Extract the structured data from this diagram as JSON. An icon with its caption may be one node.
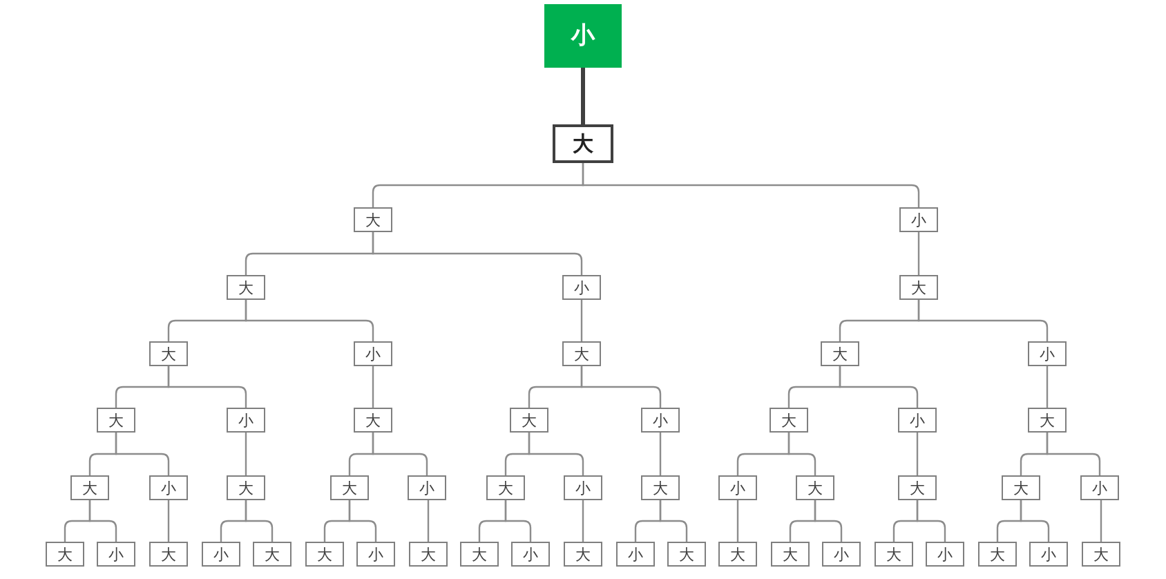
{
  "diagram": {
    "nodes": [
      {
        "text": [
          "小"
        ]
      },
      {
        "text": [
          "大"
        ]
      },
      {
        "text": [
          "大"
        ]
      },
      {
        "text": [
          "小"
        ]
      },
      {
        "text": [
          "大"
        ]
      },
      {
        "text": [
          "小"
        ]
      },
      {
        "text": [
          "大"
        ]
      },
      {
        "text": [
          "大"
        ]
      },
      {
        "text": [
          "小"
        ]
      },
      {
        "text": [
          "大"
        ]
      },
      {
        "text": [
          "大"
        ]
      },
      {
        "text": [
          "小"
        ]
      },
      {
        "text": [
          "大"
        ]
      },
      {
        "text": [
          "小"
        ]
      },
      {
        "text": [
          "大"
        ]
      },
      {
        "text": [
          "大"
        ]
      },
      {
        "text": [
          "小"
        ]
      },
      {
        "text": [
          "大"
        ]
      },
      {
        "text": [
          "小"
        ]
      },
      {
        "text": [
          "大"
        ]
      },
      {
        "text": [
          "大"
        ]
      },
      {
        "text": [
          "小"
        ]
      },
      {
        "text": [
          "大"
        ]
      },
      {
        "text": [
          "大"
        ]
      },
      {
        "text": [
          "小"
        ]
      },
      {
        "text": [
          "大"
        ]
      },
      {
        "text": [
          "小"
        ]
      },
      {
        "text": [
          "大"
        ]
      },
      {
        "text": [
          "小"
        ]
      },
      {
        "text": [
          "大"
        ]
      },
      {
        "text": [
          "大"
        ]
      },
      {
        "text": [
          "大"
        ]
      },
      {
        "text": [
          "小"
        ]
      },
      {
        "text": [
          "大"
        ]
      },
      {
        "text": [
          "小"
        ]
      },
      {
        "text": [
          "大"
        ]
      },
      {
        "text": [
          "小"
        ]
      },
      {
        "text": [
          "大"
        ]
      },
      {
        "text": [
          "大"
        ]
      },
      {
        "text": [
          "小"
        ]
      },
      {
        "text": [
          "大"
        ]
      },
      {
        "text": [
          "大"
        ]
      },
      {
        "text": [
          "小"
        ]
      },
      {
        "text": [
          "大"
        ]
      },
      {
        "text": [
          "小"
        ]
      },
      {
        "text": [
          "大"
        ]
      },
      {
        "text": [
          "大"
        ]
      },
      {
        "text": [
          "大"
        ]
      },
      {
        "text": [
          "小"
        ]
      },
      {
        "text": [
          "大"
        ]
      },
      {
        "text": [
          "小"
        ]
      },
      {
        "text": [
          "大"
        ]
      },
      {
        "text": [
          "小"
        ]
      },
      {
        "text": [
          "大"
        ]
      }
    ],
    "edges": [
      {
        "from": 0,
        "to": 1,
        "arrow": "none",
        "style": "thick",
        "color": "#404040"
      },
      {
        "from": 1,
        "to": 2,
        "arrow": "none"
      },
      {
        "from": 1,
        "to": 3,
        "arrow": "none"
      },
      {
        "from": 2,
        "to": 4,
        "arrow": "none"
      },
      {
        "from": 2,
        "to": 5,
        "arrow": "none"
      },
      {
        "from": 3,
        "to": 6,
        "arrow": "none"
      },
      {
        "from": 4,
        "to": 7,
        "arrow": "none"
      },
      {
        "from": 4,
        "to": 8,
        "arrow": "none"
      },
      {
        "from": 5,
        "to": 9,
        "arrow": "none"
      },
      {
        "from": 6,
        "to": 10,
        "arrow": "none"
      },
      {
        "from": 6,
        "to": 11,
        "arrow": "none"
      },
      {
        "from": 7,
        "to": 12,
        "arrow": "none"
      },
      {
        "from": 7,
        "to": 13,
        "arrow": "none"
      },
      {
        "from": 8,
        "to": 14,
        "arrow": "none"
      },
      {
        "from": 9,
        "to": 15,
        "arrow": "none"
      },
      {
        "from": 9,
        "to": 16,
        "arrow": "none"
      },
      {
        "from": 10,
        "to": 17,
        "arrow": "none"
      },
      {
        "from": 10,
        "to": 18,
        "arrow": "none"
      },
      {
        "from": 11,
        "to": 19,
        "arrow": "none"
      },
      {
        "from": 12,
        "to": 20,
        "arrow": "none"
      },
      {
        "from": 12,
        "to": 21,
        "arrow": "none"
      },
      {
        "from": 13,
        "to": 22,
        "arrow": "none"
      },
      {
        "from": 14,
        "to": 23,
        "arrow": "none"
      },
      {
        "from": 14,
        "to": 24,
        "arrow": "none"
      },
      {
        "from": 15,
        "to": 25,
        "arrow": "none"
      },
      {
        "from": 15,
        "to": 26,
        "arrow": "none"
      },
      {
        "from": 16,
        "to": 27,
        "arrow": "none"
      },
      {
        "from": 17,
        "to": 28,
        "arrow": "none"
      },
      {
        "from": 17,
        "to": 29,
        "arrow": "none"
      },
      {
        "from": 18,
        "to": 30,
        "arrow": "none"
      },
      {
        "from": 19,
        "to": 31,
        "arrow": "none"
      },
      {
        "from": 19,
        "to": 32,
        "arrow": "none"
      },
      {
        "from": 20,
        "to": 33,
        "arrow": "none"
      },
      {
        "from": 20,
        "to": 34,
        "arrow": "none"
      },
      {
        "from": 21,
        "to": 35,
        "arrow": "none"
      },
      {
        "from": 22,
        "to": 36,
        "arrow": "none"
      },
      {
        "from": 22,
        "to": 37,
        "arrow": "none"
      },
      {
        "from": 23,
        "to": 38,
        "arrow": "none"
      },
      {
        "from": 23,
        "to": 39,
        "arrow": "none"
      },
      {
        "from": 24,
        "to": 40,
        "arrow": "none"
      },
      {
        "from": 25,
        "to": 41,
        "arrow": "none"
      },
      {
        "from": 25,
        "to": 42,
        "arrow": "none"
      },
      {
        "from": 26,
        "to": 43,
        "arrow": "none"
      },
      {
        "from": 27,
        "to": 44,
        "arrow": "none"
      },
      {
        "from": 27,
        "to": 45,
        "arrow": "none"
      },
      {
        "from": 28,
        "to": 46,
        "arrow": "none"
      },
      {
        "from": 29,
        "to": 47,
        "arrow": "none"
      },
      {
        "from": 29,
        "to": 48,
        "arrow": "none"
      },
      {
        "from": 30,
        "to": 49,
        "arrow": "none"
      },
      {
        "from": 30,
        "to": 50,
        "arrow": "none"
      },
      {
        "from": 31,
        "to": 51,
        "arrow": "none"
      },
      {
        "from": 31,
        "to": 52,
        "arrow": "none"
      },
      {
        "from": 32,
        "to": 53,
        "arrow": "none"
      }
    ]
  }
}
